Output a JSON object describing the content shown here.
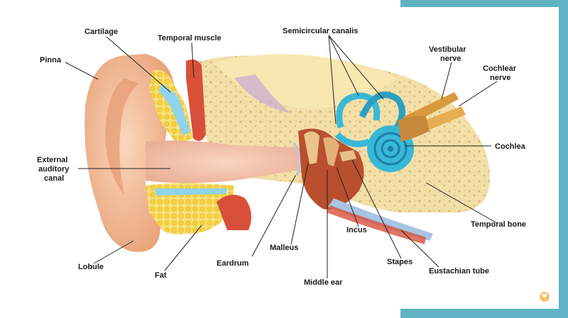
{
  "labels": {
    "pinna": "Pinna",
    "cartilage": "Cartilage",
    "temporal_muscle": "Temporal muscle",
    "semicircular": "Semicircular canalis",
    "vestibular_1": "Vestibular",
    "vestibular_2": "nerve",
    "cochlear_1": "Cochlear",
    "cochlear_2": "nerve",
    "cochlea": "Cochlea",
    "external_1": "External",
    "external_2": "auditory",
    "external_3": "canal",
    "temporal_bone": "Temporal bone",
    "incus": "Incus",
    "malleus": "Malleus",
    "eardrum": "Eardrum",
    "lobule": "Lobule",
    "fat": "Fat",
    "middle_ear": "Middle ear",
    "stapes": "Stapes",
    "eustachian": "Eustachian tube"
  },
  "colors": {
    "frame": "#5fb3c2",
    "skin": "#f2b48c",
    "bone": "#f3dfa8",
    "cartilage": "#8fd3ee",
    "fat": "#f5d44a",
    "inner_ear": "#38b8d8",
    "muscle": "#d9503a",
    "nerve": "#d89a3c"
  }
}
